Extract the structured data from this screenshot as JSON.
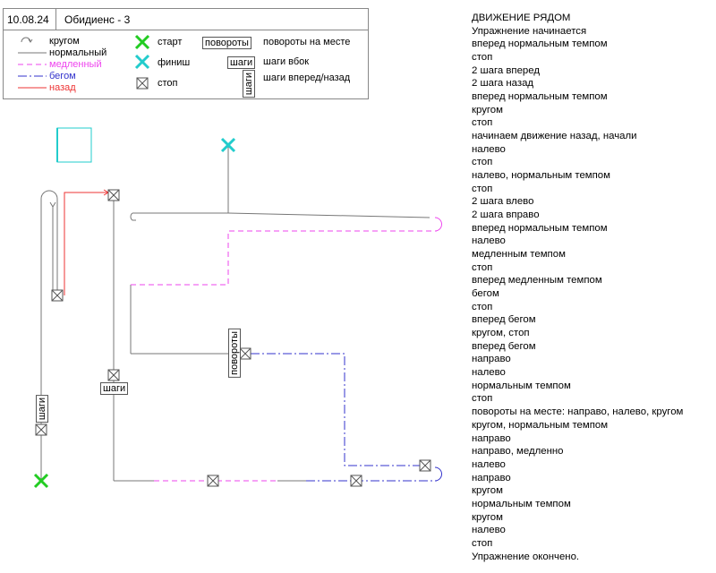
{
  "header": {
    "date": "10.08.24",
    "title": "Обидиенс - 3"
  },
  "legend": {
    "about_turn": "кругом",
    "normal": "нормальный",
    "slow": "медленный",
    "run": "бегом",
    "back": "назад",
    "start": "старт",
    "finish": "финиш",
    "stop": "стоп",
    "turns_badge": "повороты",
    "turns_text": "повороты на месте",
    "steps_badge": "шаги",
    "steps_side_text": "шаги вбок",
    "steps_vertical_badge": "шаги",
    "steps_fb_text": "шаги вперед/назад"
  },
  "colors": {
    "normal": "#777777",
    "slow": "#ee44ee",
    "run": "#3333cc",
    "back": "#ee3333",
    "start": "#22cc22",
    "finish": "#22cccc"
  },
  "diagram": {
    "steps_label_left": "шаги",
    "steps_label_mid": "шаги",
    "turns_label": "повороты"
  },
  "exercise": {
    "title": "ДВИЖЕНИЕ РЯДОМ",
    "steps": [
      "Упражнение начинается",
      "вперед нормальным темпом",
      "стоп",
      "2 шага вперед",
      "2 шага назад",
      "вперед нормальным темпом",
      "кругом",
      "стоп",
      "начинаем движение назад, начали",
      "налево",
      "стоп",
      "налево, нормальным темпом",
      "стоп",
      "2 шага влево",
      "2 шага вправо",
      "вперед нормальным темпом",
      "налево",
      "медленным темпом",
      "стоп",
      "вперед медленным темпом",
      "бегом",
      "стоп",
      "вперед бегом",
      "кругом, стоп",
      "вперед бегом",
      "направо",
      "налево",
      "нормальным темпом",
      "стоп",
      "повороты на месте: направо, налево, кругом",
      "кругом, нормальным темпом",
      "направо",
      "направо, медленно",
      "налево",
      "направо",
      "кругом",
      "нормальным темпом",
      "кругом",
      "налево",
      "стоп",
      "Упражнение окончено."
    ]
  }
}
